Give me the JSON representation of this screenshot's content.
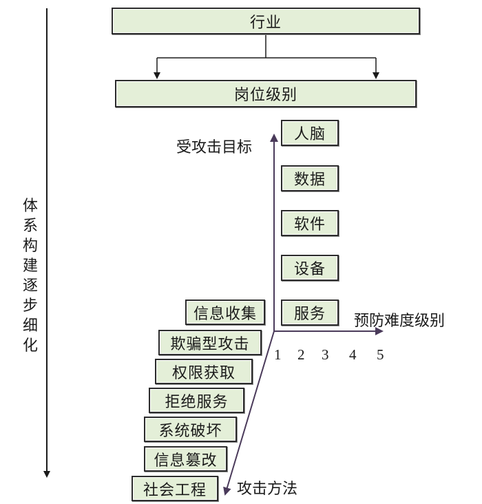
{
  "top": {
    "industry": "行业",
    "job_level": "岗位级别"
  },
  "targets": [
    "人脑",
    "数据",
    "软件",
    "设备",
    "服务"
  ],
  "methods": [
    "信息收集",
    "欺骗型攻击",
    "权限获取",
    "拒绝服务",
    "系统破坏",
    "信息篡改",
    "社会工程"
  ],
  "axes": {
    "target_label": "受攻击目标",
    "difficulty_label": "预防难度级别",
    "method_label": "攻击方法",
    "difficulty_ticks": [
      "1",
      "2",
      "3",
      "4",
      "5"
    ]
  },
  "side_label": "体系构建逐步细化",
  "colors": {
    "box_fill": "#e4efd8",
    "box_border": "#2b2b2b",
    "axis": "#4a3a5a"
  }
}
